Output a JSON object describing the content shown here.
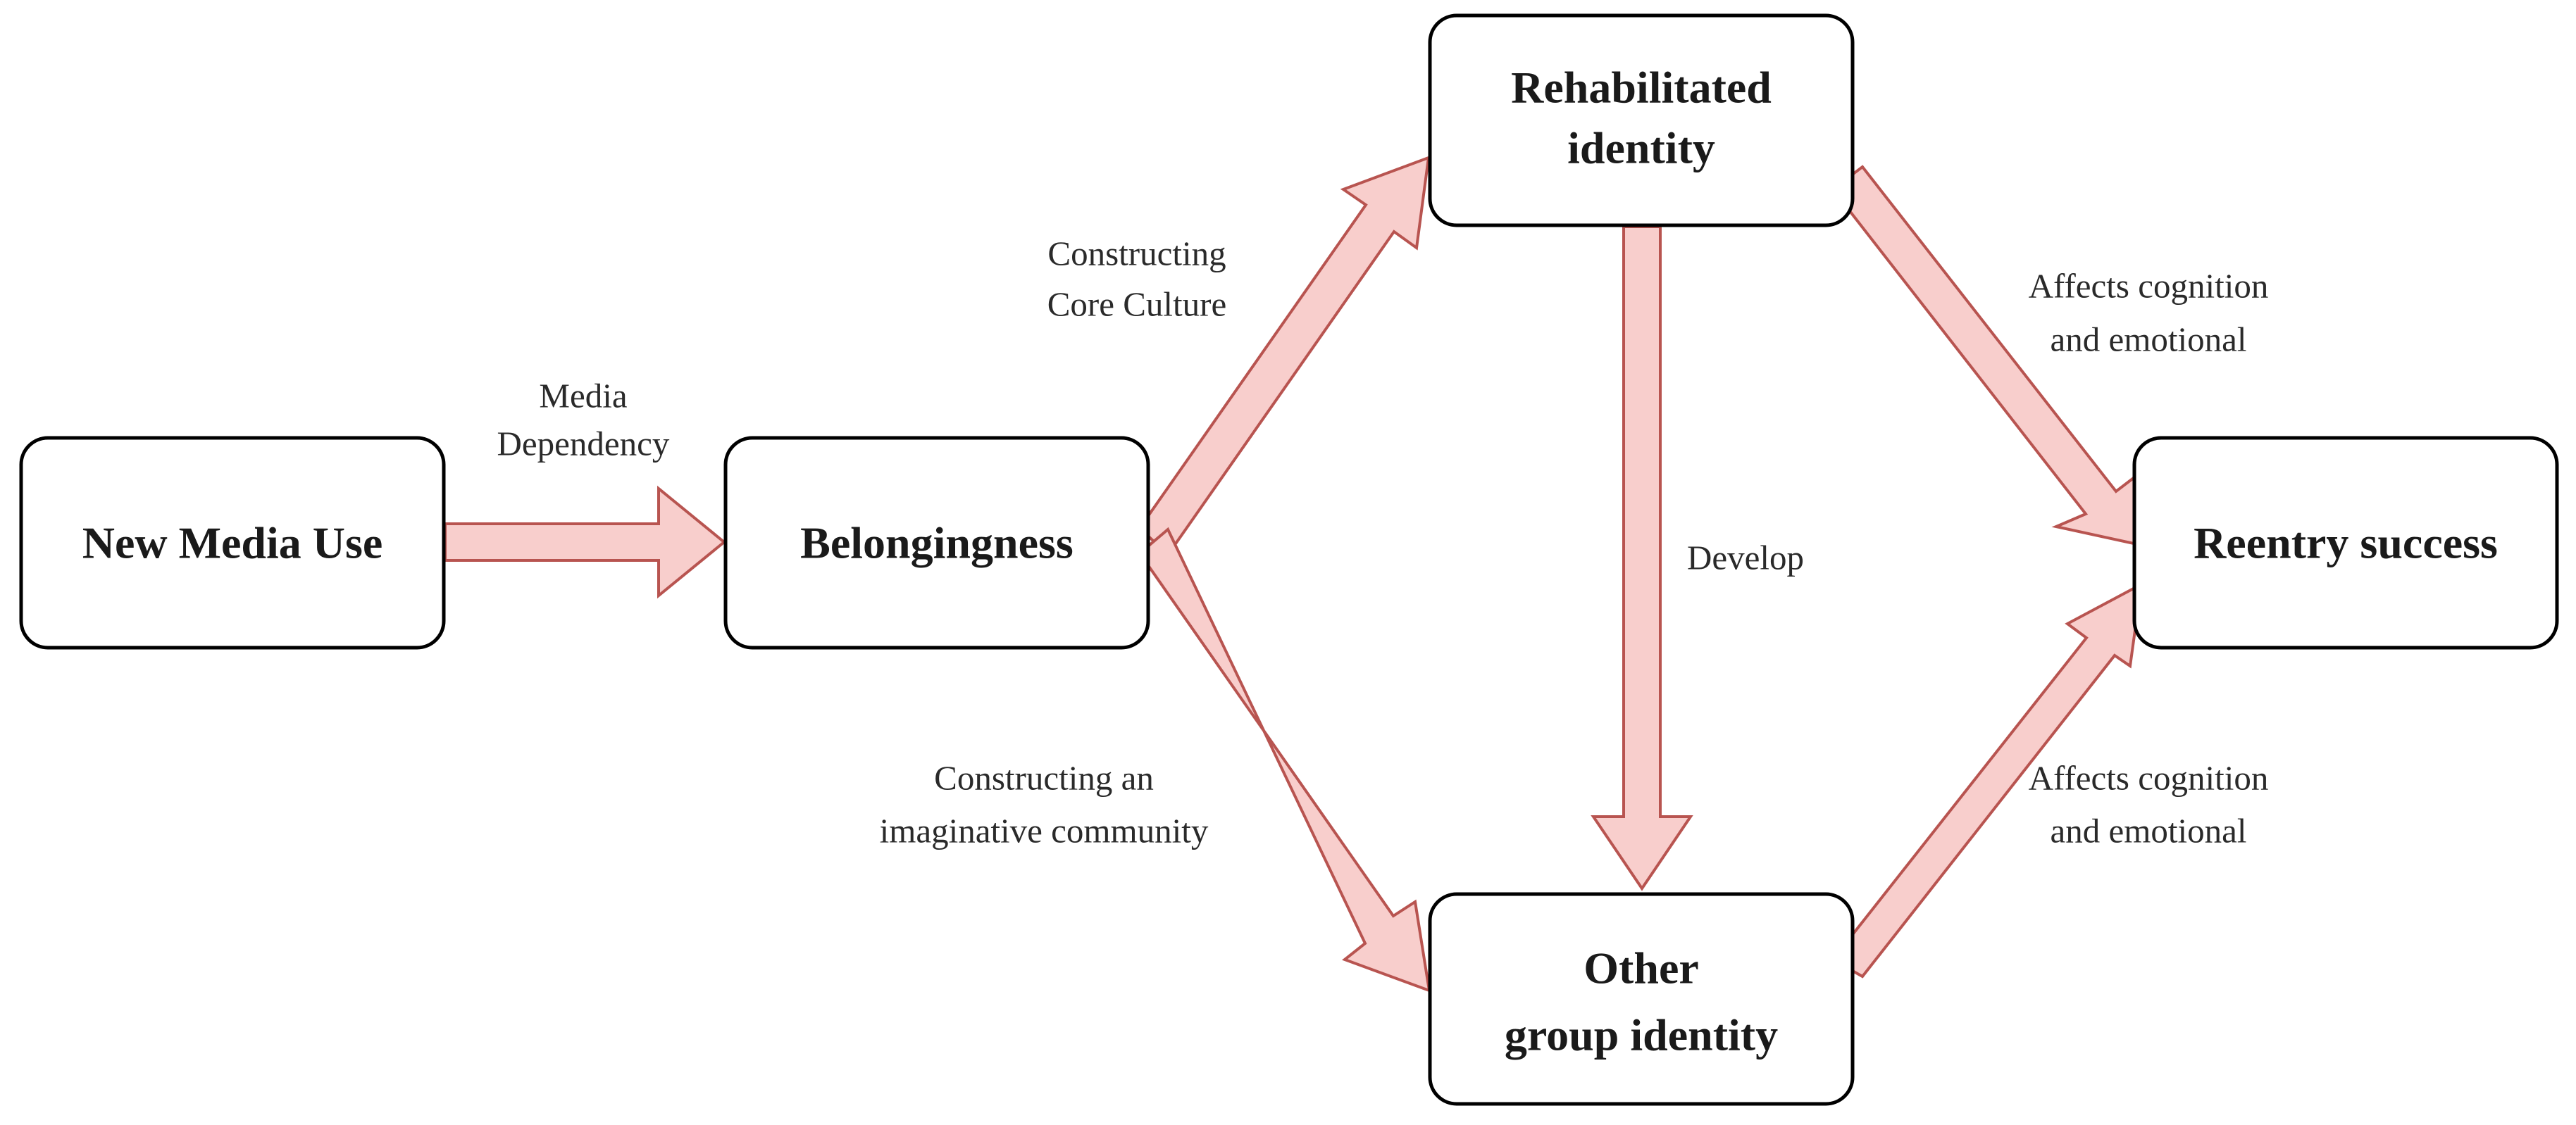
{
  "colors": {
    "arrow_fill": "#f8cecc",
    "arrow_stroke": "#b85450",
    "node_border": "#000000",
    "background": "#ffffff"
  },
  "nodes": {
    "new_media_use": {
      "label": "New Media Use"
    },
    "belongingness": {
      "label": "Belongingness"
    },
    "rehabilitated_identity": {
      "line1": "Rehabilitated",
      "line2": "identity"
    },
    "other_group_identity": {
      "line1": "Other",
      "line2": "group identity"
    },
    "reentry_success": {
      "label": "Reentry success"
    }
  },
  "edges": {
    "media_dependency": {
      "line1": "Media",
      "line2": "Dependency"
    },
    "constructing_core_culture": {
      "line1": "Constructing",
      "line2": "Core Culture"
    },
    "constructing_imaginative_community": {
      "line1": "Constructing an",
      "line2": "imaginative community"
    },
    "develop": {
      "label": "Develop"
    },
    "affects_upper": {
      "line1": "Affects cognition",
      "line2": "and emotional"
    },
    "affects_lower": {
      "line1": "Affects cognition",
      "line2": "and emotional"
    }
  }
}
